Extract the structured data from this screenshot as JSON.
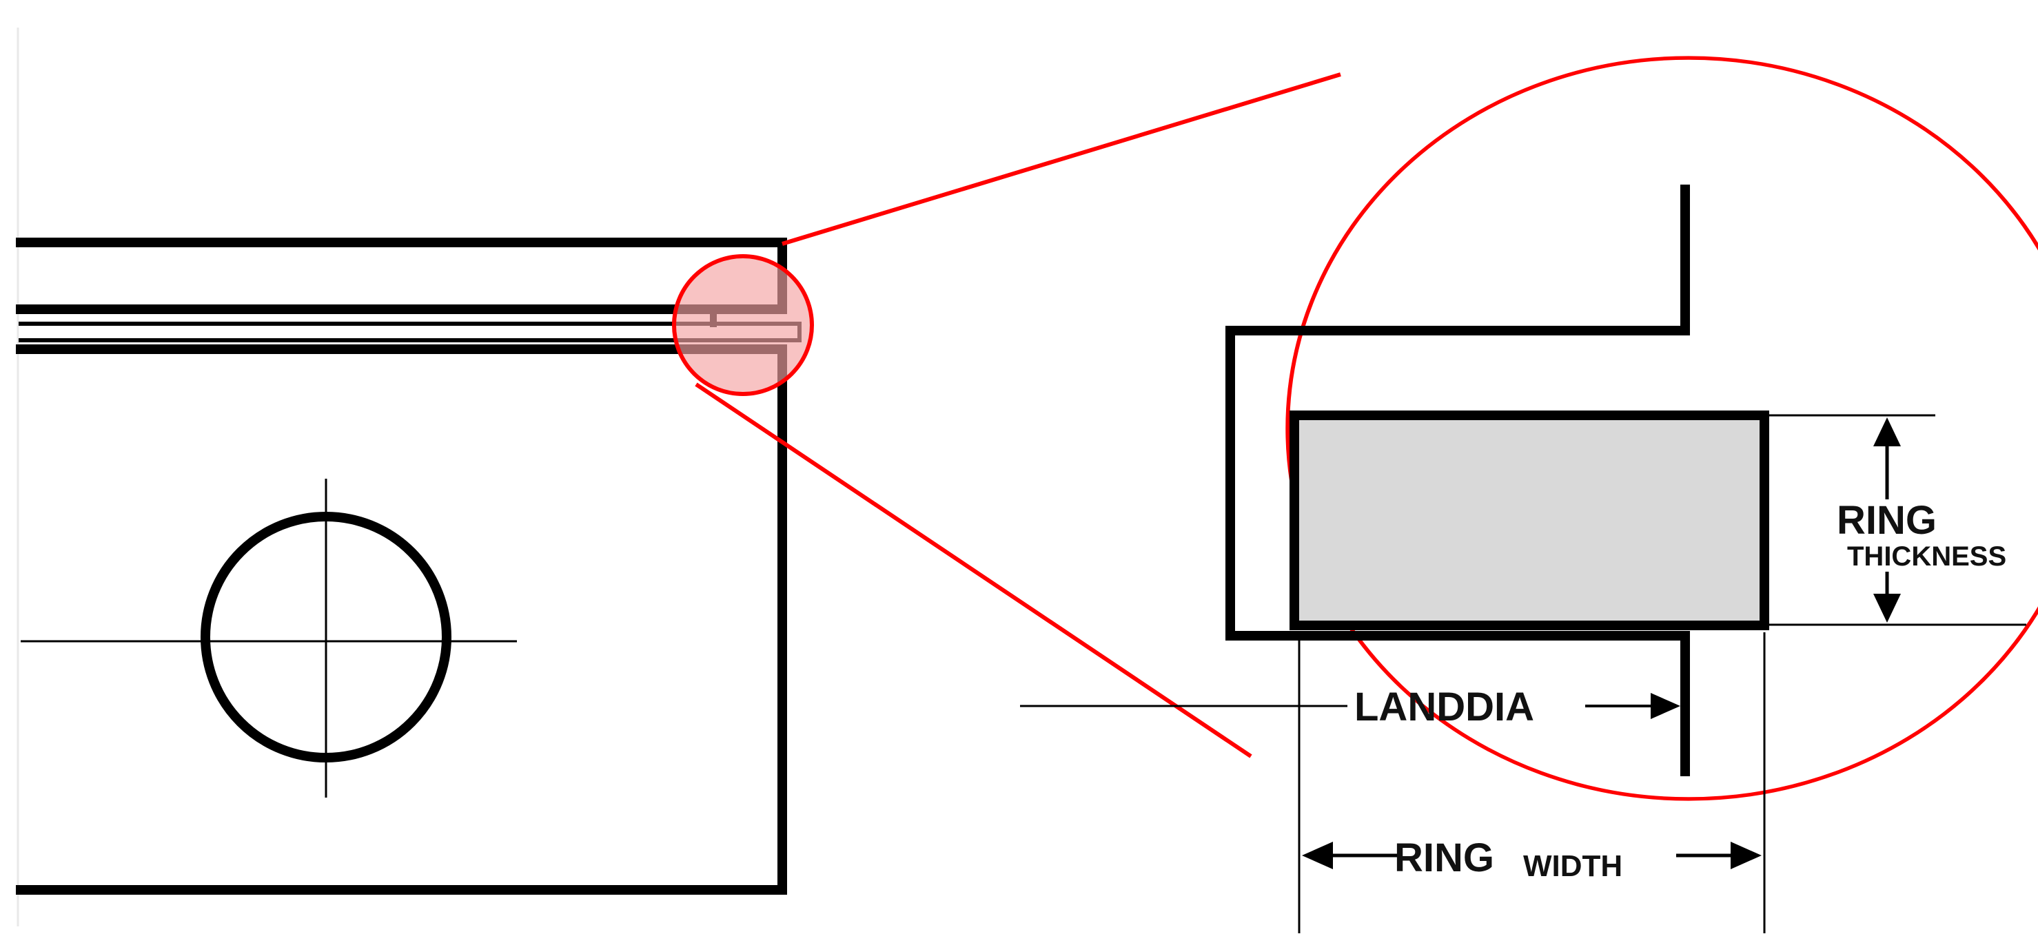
{
  "labels": {
    "land_dia": "LANDDIA",
    "ring_width_main": "RING",
    "ring_width_sub": "WIDTH",
    "ring_thickness_main": "RING",
    "ring_thickness_sub": "THICKNESS"
  },
  "colors": {
    "outline": "#000000",
    "highlight": "#ff0000",
    "highlight_fill": "#f4a3a3",
    "ring_fill": "#d9d9d9",
    "background": "#ffffff"
  }
}
